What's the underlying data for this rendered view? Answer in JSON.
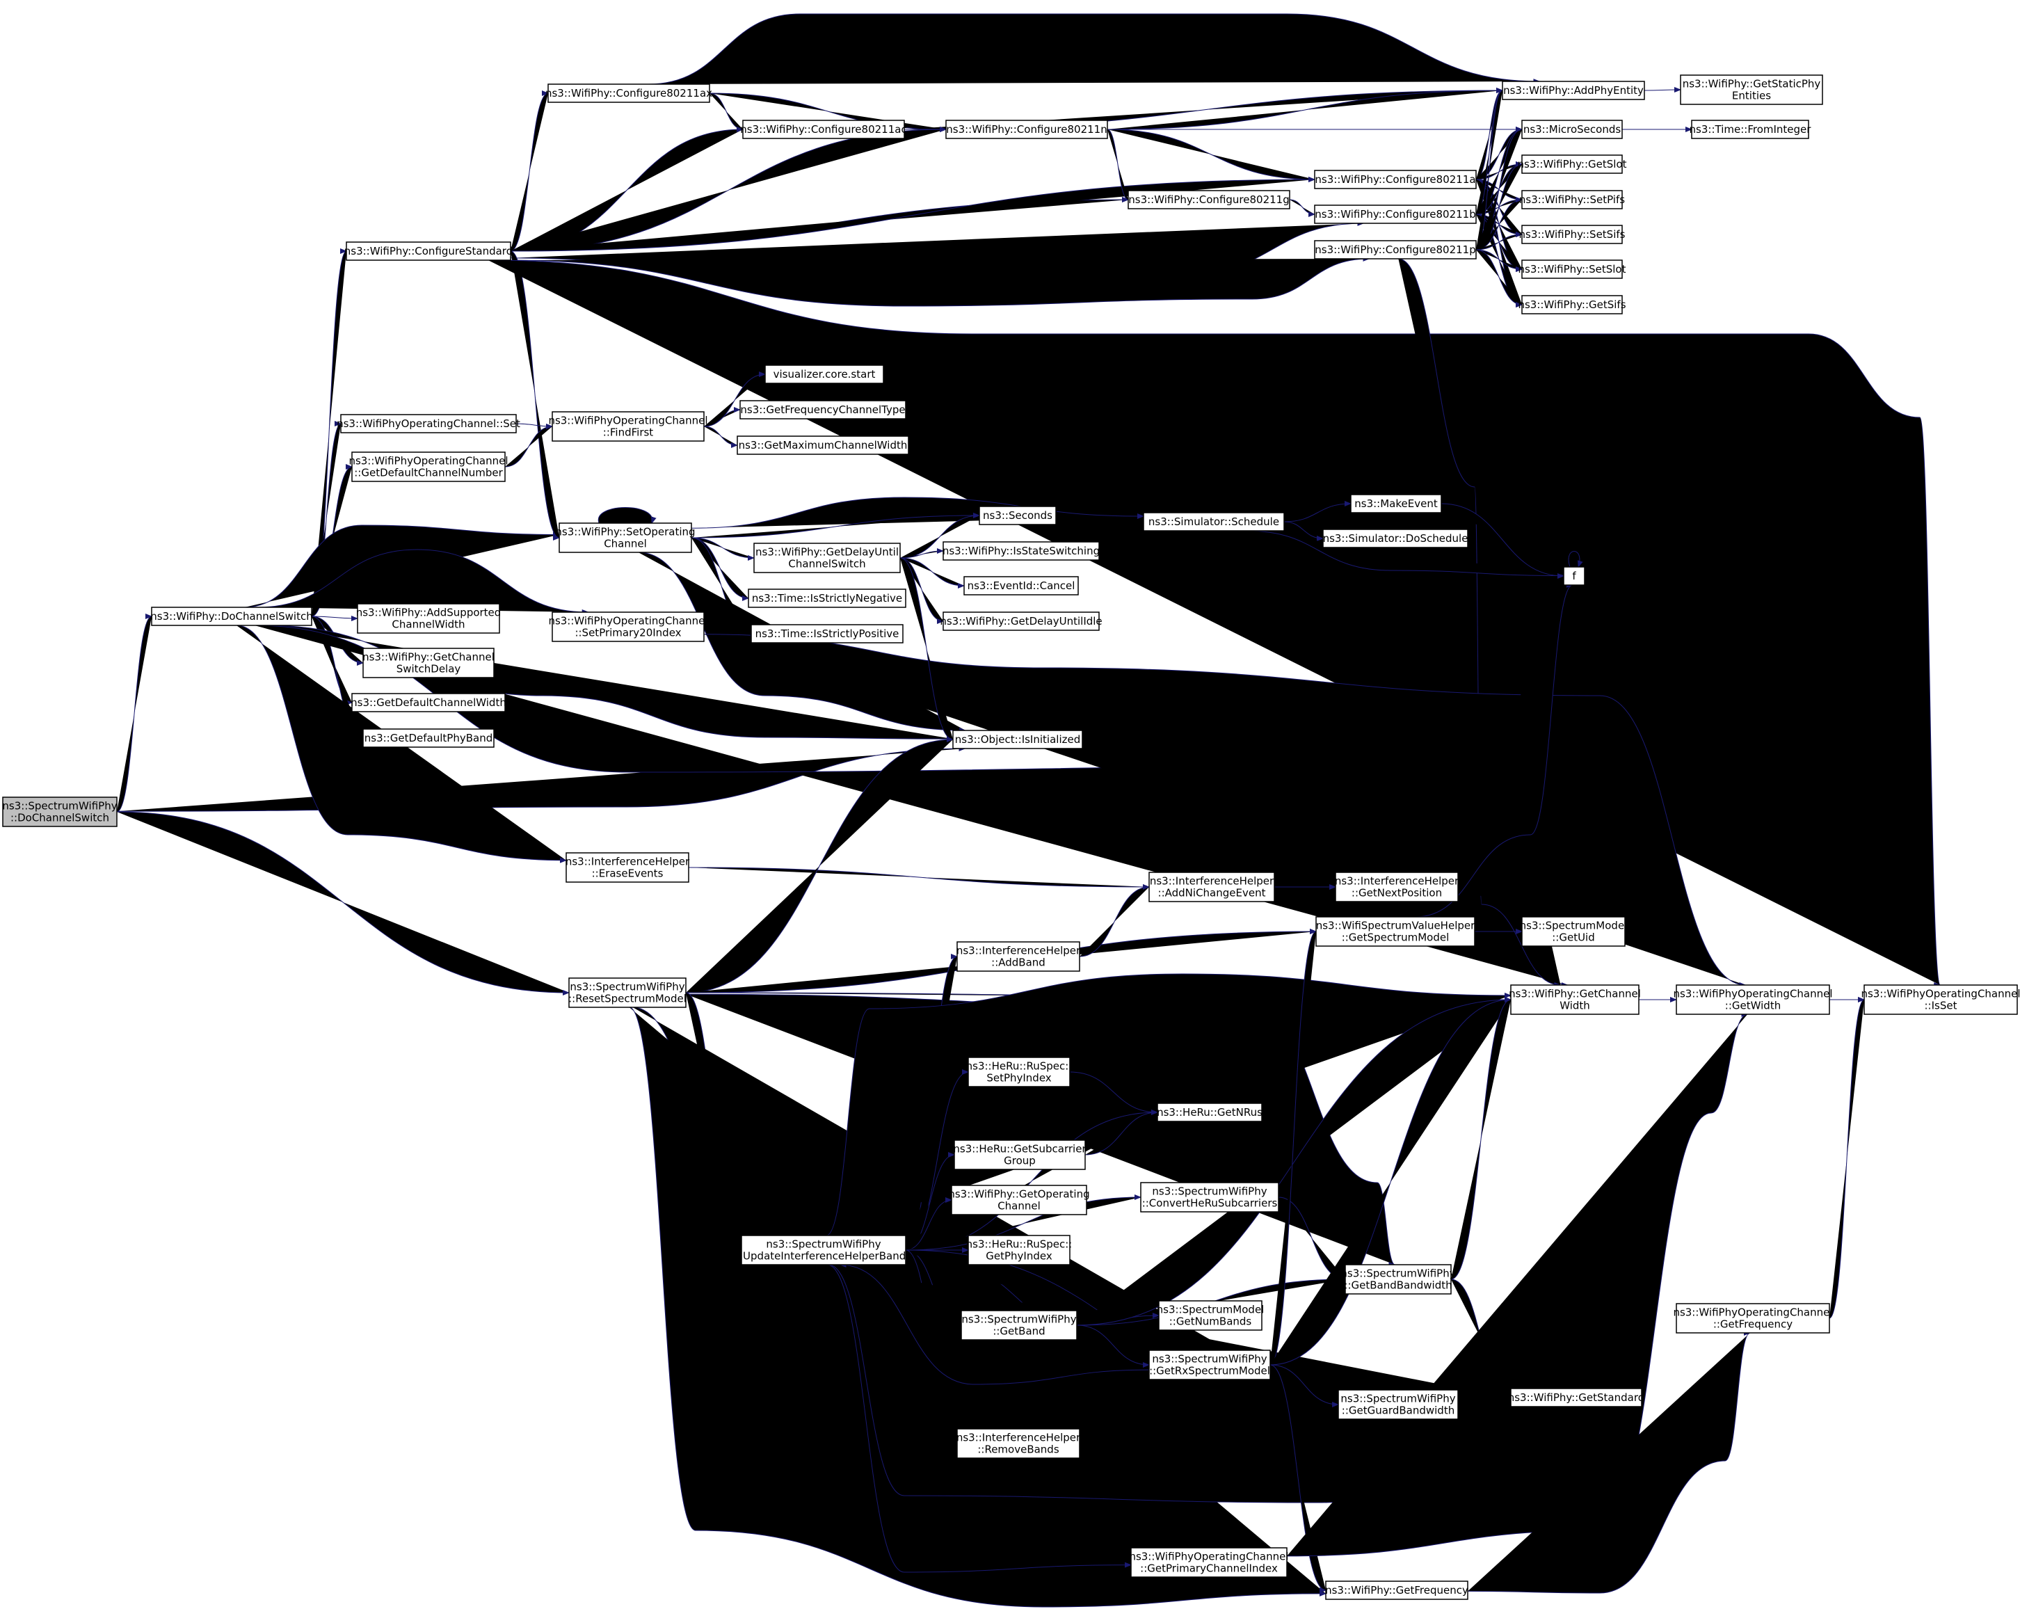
{
  "nodes": [
    {
      "id": "root",
      "lines": [
        "ns3::SpectrumWifiPhy",
        "::DoChannelSwitch"
      ],
      "style": "root"
    },
    {
      "id": "doChannelSwitch",
      "lines": [
        "ns3::WifiPhy::DoChannelSwitch"
      ]
    },
    {
      "id": "resetSpectrumModel",
      "lines": [
        "ns3::SpectrumWifiPhy",
        "::ResetSpectrumModel"
      ]
    },
    {
      "id": "configureStandard",
      "lines": [
        "ns3::WifiPhy::ConfigureStandard"
      ]
    },
    {
      "id": "opChSet",
      "lines": [
        "ns3::WifiPhyOperatingChannel::Set"
      ]
    },
    {
      "id": "opChGetDefaultChNum",
      "lines": [
        "ns3::WifiPhyOperatingChannel",
        "::GetDefaultChannelNumber"
      ]
    },
    {
      "id": "addSupportedChWidth",
      "lines": [
        "ns3::WifiPhy::AddSupported",
        "ChannelWidth"
      ]
    },
    {
      "id": "getChannelSwitchDelay",
      "lines": [
        "ns3::WifiPhy::GetChannel",
        "SwitchDelay"
      ]
    },
    {
      "id": "getDefaultChannelWidth",
      "lines": [
        "ns3::GetDefaultChannelWidth"
      ]
    },
    {
      "id": "getDefaultPhyBand",
      "lines": [
        "ns3::GetDefaultPhyBand"
      ]
    },
    {
      "id": "configure80211ax",
      "lines": [
        "ns3::WifiPhy::Configure80211ax"
      ]
    },
    {
      "id": "configure80211ac",
      "lines": [
        "ns3::WifiPhy::Configure80211ac"
      ]
    },
    {
      "id": "configure80211n",
      "lines": [
        "ns3::WifiPhy::Configure80211n"
      ]
    },
    {
      "id": "configure80211g",
      "lines": [
        "ns3::WifiPhy::Configure80211g"
      ]
    },
    {
      "id": "configure80211a",
      "lines": [
        "ns3::WifiPhy::Configure80211a"
      ]
    },
    {
      "id": "configure80211b",
      "lines": [
        "ns3::WifiPhy::Configure80211b"
      ]
    },
    {
      "id": "configure80211p",
      "lines": [
        "ns3::WifiPhy::Configure80211p"
      ]
    },
    {
      "id": "addPhyEntity",
      "lines": [
        "ns3::WifiPhy::AddPhyEntity"
      ]
    },
    {
      "id": "getStaticPhyEntities",
      "lines": [
        "ns3::WifiPhy::GetStaticPhy",
        "Entities"
      ]
    },
    {
      "id": "microSeconds",
      "lines": [
        "ns3::MicroSeconds"
      ]
    },
    {
      "id": "timeFromInteger",
      "lines": [
        "ns3::Time::FromInteger"
      ],
      "style": "red"
    },
    {
      "id": "getSlot",
      "lines": [
        "ns3::WifiPhy::GetSlot"
      ]
    },
    {
      "id": "setPifs",
      "lines": [
        "ns3::WifiPhy::SetPifs"
      ]
    },
    {
      "id": "setSifs",
      "lines": [
        "ns3::WifiPhy::SetSifs"
      ]
    },
    {
      "id": "setSlot",
      "lines": [
        "ns3::WifiPhy::SetSlot"
      ]
    },
    {
      "id": "getSifs",
      "lines": [
        "ns3::WifiPhy::GetSifs"
      ]
    },
    {
      "id": "opChFindFirst",
      "lines": [
        "ns3::WifiPhyOperatingChannel",
        "::FindFirst"
      ]
    },
    {
      "id": "visualizerCoreStart",
      "lines": [
        "visualizer.core.start"
      ],
      "style": "red"
    },
    {
      "id": "getFrequencyChannelType",
      "lines": [
        "ns3::GetFrequencyChannelType"
      ]
    },
    {
      "id": "getMaximumChannelWidth",
      "lines": [
        "ns3::GetMaximumChannelWidth"
      ]
    },
    {
      "id": "setOperatingChannel",
      "lines": [
        "ns3::WifiPhy::SetOperating",
        "Channel"
      ]
    },
    {
      "id": "opChSetPrimary20",
      "lines": [
        "ns3::WifiPhyOperatingChannel",
        "::SetPrimary20Index"
      ]
    },
    {
      "id": "simulatorSchedule",
      "lines": [
        "ns3::Simulator::Schedule"
      ]
    },
    {
      "id": "makeEvent",
      "lines": [
        "ns3::MakeEvent"
      ]
    },
    {
      "id": "simulatorDoSchedule",
      "lines": [
        "ns3::Simulator::DoSchedule"
      ],
      "style": "red"
    },
    {
      "id": "f",
      "lines": [
        "f"
      ]
    },
    {
      "id": "seconds",
      "lines": [
        "ns3::Seconds"
      ],
      "style": "red"
    },
    {
      "id": "getDelayUntilChSwitch",
      "lines": [
        "ns3::WifiPhy::GetDelayUntil",
        "ChannelSwitch"
      ]
    },
    {
      "id": "isStateSwitching",
      "lines": [
        "ns3::WifiPhy::IsStateSwitching"
      ]
    },
    {
      "id": "eventIdCancel",
      "lines": [
        "ns3::EventId::Cancel"
      ],
      "style": "red"
    },
    {
      "id": "getDelayUntilIdle",
      "lines": [
        "ns3::WifiPhy::GetDelayUntilIdle"
      ]
    },
    {
      "id": "isStrictlyNegative",
      "lines": [
        "ns3::Time::IsStrictlyNegative"
      ]
    },
    {
      "id": "isStrictlyPositive",
      "lines": [
        "ns3::Time::IsStrictlyPositive"
      ]
    },
    {
      "id": "objectIsInitialized",
      "lines": [
        "ns3::Object::IsInitialized"
      ]
    },
    {
      "id": "interfEraseEvents",
      "lines": [
        "ns3::InterferenceHelper",
        "::EraseEvents"
      ]
    },
    {
      "id": "interfAddNiChangeEvent",
      "lines": [
        "ns3::InterferenceHelper",
        "::AddNiChangeEvent"
      ]
    },
    {
      "id": "interfGetNextPosition",
      "lines": [
        "ns3::InterferenceHelper",
        "::GetNextPosition"
      ]
    },
    {
      "id": "wsvhGetSpectrumModel",
      "lines": [
        "ns3::WifiSpectrumValueHelper",
        "::GetSpectrumModel"
      ]
    },
    {
      "id": "spectrumModelGetUid",
      "lines": [
        "ns3::SpectrumModel",
        "::GetUid"
      ]
    },
    {
      "id": "interfAddBand",
      "lines": [
        "ns3::InterferenceHelper",
        "::AddBand"
      ]
    },
    {
      "id": "getChannelWidth",
      "lines": [
        "ns3::WifiPhy::GetChannel",
        "Width"
      ]
    },
    {
      "id": "opChGetWidth",
      "lines": [
        "ns3::WifiPhyOperatingChannel",
        "::GetWidth"
      ]
    },
    {
      "id": "opChIsSet",
      "lines": [
        "ns3::WifiPhyOperatingChannel",
        "::IsSet"
      ]
    },
    {
      "id": "heRuSetPhyIndex",
      "lines": [
        "ns3::HeRu::RuSpec::",
        "SetPhyIndex"
      ]
    },
    {
      "id": "heRuGetNRus",
      "lines": [
        "ns3::HeRu::GetNRus"
      ]
    },
    {
      "id": "heRuGetSubcarrierGroup",
      "lines": [
        "ns3::HeRu::GetSubcarrier",
        "Group"
      ]
    },
    {
      "id": "getOperatingChannel",
      "lines": [
        "ns3::WifiPhy::GetOperating",
        "Channel"
      ]
    },
    {
      "id": "updateInterfHelperBands",
      "lines": [
        "ns3::SpectrumWifiPhy",
        "::UpdateInterferenceHelperBands"
      ]
    },
    {
      "id": "heRuGetPhyIndex",
      "lines": [
        "ns3::HeRu::RuSpec::",
        "GetPhyIndex"
      ]
    },
    {
      "id": "convertHeRuSubcarriers",
      "lines": [
        "ns3::SpectrumWifiPhy",
        "::ConvertHeRuSubcarriers"
      ]
    },
    {
      "id": "getBandBandwidth",
      "lines": [
        "ns3::SpectrumWifiPhy",
        "::GetBandBandwidth"
      ]
    },
    {
      "id": "getBand",
      "lines": [
        "ns3::SpectrumWifiPhy",
        "::GetBand"
      ]
    },
    {
      "id": "spectrumModelGetNumBands",
      "lines": [
        "ns3::SpectrumModel",
        "::GetNumBands"
      ]
    },
    {
      "id": "getRxSpectrumModel",
      "lines": [
        "ns3::SpectrumWifiPhy",
        "::GetRxSpectrumModel"
      ]
    },
    {
      "id": "opChGetFrequency",
      "lines": [
        "ns3::WifiPhyOperatingChannel",
        "::GetFrequency"
      ]
    },
    {
      "id": "getStandard",
      "lines": [
        "ns3::WifiPhy::GetStandard"
      ]
    },
    {
      "id": "getGuardBandwidth",
      "lines": [
        "ns3::SpectrumWifiPhy",
        "::GetGuardBandwidth"
      ]
    },
    {
      "id": "interfRemoveBands",
      "lines": [
        "ns3::InterferenceHelper",
        "::RemoveBands"
      ]
    },
    {
      "id": "opChGetPrimaryChIndex",
      "lines": [
        "ns3::WifiPhyOperatingChannel",
        "::GetPrimaryChannelIndex"
      ]
    },
    {
      "id": "wifiPhyGetFrequency",
      "lines": [
        "ns3::WifiPhy::GetFrequency"
      ]
    }
  ],
  "edges": [
    [
      "root",
      "doChannelSwitch"
    ],
    [
      "root",
      "resetSpectrumModel"
    ],
    [
      "root",
      "objectIsInitialized"
    ],
    [
      "doChannelSwitch",
      "configureStandard"
    ],
    [
      "doChannelSwitch",
      "opChSet"
    ],
    [
      "doChannelSwitch",
      "opChGetDefaultChNum"
    ],
    [
      "doChannelSwitch",
      "setOperatingChannel"
    ],
    [
      "doChannelSwitch",
      "opChSetPrimary20"
    ],
    [
      "doChannelSwitch",
      "addSupportedChWidth"
    ],
    [
      "doChannelSwitch",
      "getChannelSwitchDelay"
    ],
    [
      "doChannelSwitch",
      "getDefaultChannelWidth"
    ],
    [
      "doChannelSwitch",
      "getDefaultPhyBand"
    ],
    [
      "doChannelSwitch",
      "objectIsInitialized"
    ],
    [
      "doChannelSwitch",
      "getChannelWidth"
    ],
    [
      "doChannelSwitch",
      "interfEraseEvents"
    ],
    [
      "configureStandard",
      "configure80211ax"
    ],
    [
      "configureStandard",
      "configure80211ac"
    ],
    [
      "configureStandard",
      "configure80211n"
    ],
    [
      "configureStandard",
      "configure80211g"
    ],
    [
      "configureStandard",
      "configure80211a"
    ],
    [
      "configureStandard",
      "configure80211b"
    ],
    [
      "configureStandard",
      "configure80211p"
    ],
    [
      "configureStandard",
      "setOperatingChannel"
    ],
    [
      "configureStandard",
      "opChIsSet"
    ],
    [
      "configure80211ax",
      "addPhyEntity"
    ],
    [
      "configure80211ax",
      "configure80211ac"
    ],
    [
      "configure80211ax",
      "configure80211n"
    ],
    [
      "configure80211ac",
      "addPhyEntity"
    ],
    [
      "configure80211ac",
      "configure80211n"
    ],
    [
      "configure80211n",
      "addPhyEntity"
    ],
    [
      "configure80211n",
      "microSeconds"
    ],
    [
      "configure80211n",
      "configure80211g"
    ],
    [
      "configure80211n",
      "configure80211a"
    ],
    [
      "configure80211g",
      "configure80211b"
    ],
    [
      "configure80211a",
      "addPhyEntity"
    ],
    [
      "configure80211a",
      "microSeconds"
    ],
    [
      "configure80211a",
      "getSlot"
    ],
    [
      "configure80211a",
      "setPifs"
    ],
    [
      "configure80211a",
      "setSifs"
    ],
    [
      "configure80211a",
      "setSlot"
    ],
    [
      "configure80211a",
      "getSifs"
    ],
    [
      "configure80211b",
      "addPhyEntity"
    ],
    [
      "configure80211b",
      "microSeconds"
    ],
    [
      "configure80211b",
      "getSlot"
    ],
    [
      "configure80211b",
      "setPifs"
    ],
    [
      "configure80211b",
      "setSifs"
    ],
    [
      "configure80211b",
      "setSlot"
    ],
    [
      "configure80211b",
      "getSifs"
    ],
    [
      "configure80211p",
      "addPhyEntity"
    ],
    [
      "configure80211p",
      "microSeconds"
    ],
    [
      "configure80211p",
      "getSlot"
    ],
    [
      "configure80211p",
      "setPifs"
    ],
    [
      "configure80211p",
      "setSifs"
    ],
    [
      "configure80211p",
      "setSlot"
    ],
    [
      "configure80211p",
      "getSifs"
    ],
    [
      "configure80211p",
      "getChannelWidth"
    ],
    [
      "addPhyEntity",
      "getStaticPhyEntities"
    ],
    [
      "microSeconds",
      "timeFromInteger"
    ],
    [
      "opChSet",
      "opChFindFirst"
    ],
    [
      "opChGetDefaultChNum",
      "opChFindFirst"
    ],
    [
      "opChFindFirst",
      "visualizerCoreStart"
    ],
    [
      "opChFindFirst",
      "getFrequencyChannelType"
    ],
    [
      "opChFindFirst",
      "getMaximumChannelWidth"
    ],
    [
      "setOperatingChannel",
      "setOperatingChannel"
    ],
    [
      "setOperatingChannel",
      "simulatorSchedule"
    ],
    [
      "setOperatingChannel",
      "seconds"
    ],
    [
      "setOperatingChannel",
      "getDelayUntilChSwitch"
    ],
    [
      "setOperatingChannel",
      "isStrictlyNegative"
    ],
    [
      "setOperatingChannel",
      "isStrictlyPositive"
    ],
    [
      "setOperatingChannel",
      "objectIsInitialized"
    ],
    [
      "opChSetPrimary20",
      "opChGetWidth"
    ],
    [
      "simulatorSchedule",
      "makeEvent"
    ],
    [
      "simulatorSchedule",
      "simulatorDoSchedule"
    ],
    [
      "simulatorSchedule",
      "f"
    ],
    [
      "makeEvent",
      "f"
    ],
    [
      "f",
      "f"
    ],
    [
      "getDelayUntilChSwitch",
      "seconds"
    ],
    [
      "getDelayUntilChSwitch",
      "isStateSwitching"
    ],
    [
      "getDelayUntilChSwitch",
      "eventIdCancel"
    ],
    [
      "getDelayUntilChSwitch",
      "getDelayUntilIdle"
    ],
    [
      "getDelayUntilChSwitch",
      "objectIsInitialized"
    ],
    [
      "interfEraseEvents",
      "interfAddNiChangeEvent"
    ],
    [
      "interfAddNiChangeEvent",
      "interfGetNextPosition"
    ],
    [
      "resetSpectrumModel",
      "objectIsInitialized"
    ],
    [
      "resetSpectrumModel",
      "getChannelWidth"
    ],
    [
      "resetSpectrumModel",
      "wsvhGetSpectrumModel"
    ],
    [
      "resetSpectrumModel",
      "getBandBandwidth"
    ],
    [
      "resetSpectrumModel",
      "updateInterfHelperBands"
    ],
    [
      "resetSpectrumModel",
      "getGuardBandwidth"
    ],
    [
      "resetSpectrumModel",
      "wifiPhyGetFrequency"
    ],
    [
      "wsvhGetSpectrumModel",
      "spectrumModelGetUid"
    ],
    [
      "wsvhGetSpectrumModel",
      "f"
    ],
    [
      "interfAddBand",
      "interfAddNiChangeEvent"
    ],
    [
      "getChannelWidth",
      "opChGetWidth"
    ],
    [
      "opChGetWidth",
      "opChIsSet"
    ],
    [
      "opChGetFrequency",
      "opChIsSet"
    ],
    [
      "updateInterfHelperBands",
      "interfAddBand"
    ],
    [
      "updateInterfHelperBands",
      "getChannelWidth"
    ],
    [
      "updateInterfHelperBands",
      "heRuSetPhyIndex"
    ],
    [
      "updateInterfHelperBands",
      "heRuGetNRus"
    ],
    [
      "updateInterfHelperBands",
      "heRuGetSubcarrierGroup"
    ],
    [
      "updateInterfHelperBands",
      "getOperatingChannel"
    ],
    [
      "updateInterfHelperBands",
      "heRuGetPhyIndex"
    ],
    [
      "updateInterfHelperBands",
      "convertHeRuSubcarriers"
    ],
    [
      "updateInterfHelperBands",
      "getBand"
    ],
    [
      "updateInterfHelperBands",
      "getRxSpectrumModel"
    ],
    [
      "updateInterfHelperBands",
      "getGuardBandwidth"
    ],
    [
      "updateInterfHelperBands",
      "interfRemoveBands"
    ],
    [
      "updateInterfHelperBands",
      "opChGetPrimaryChIndex"
    ],
    [
      "updateInterfHelperBands",
      "getStandard"
    ],
    [
      "heRuSetPhyIndex",
      "heRuGetNRus"
    ],
    [
      "heRuGetSubcarrierGroup",
      "heRuGetNRus"
    ],
    [
      "convertHeRuSubcarriers",
      "getBandBandwidth"
    ],
    [
      "getBand",
      "getBandBandwidth"
    ],
    [
      "getBand",
      "spectrumModelGetNumBands"
    ],
    [
      "getBand",
      "getRxSpectrumModel"
    ],
    [
      "getBand",
      "getChannelWidth"
    ],
    [
      "getRxSpectrumModel",
      "updateInterfHelperBands"
    ],
    [
      "getRxSpectrumModel",
      "getBandBandwidth"
    ],
    [
      "getRxSpectrumModel",
      "getGuardBandwidth"
    ],
    [
      "getRxSpectrumModel",
      "wsvhGetSpectrumModel"
    ],
    [
      "getRxSpectrumModel",
      "getChannelWidth"
    ],
    [
      "getRxSpectrumModel",
      "wifiPhyGetFrequency"
    ],
    [
      "getBandBandwidth",
      "getChannelWidth"
    ],
    [
      "getBandBandwidth",
      "getStandard"
    ],
    [
      "opChGetPrimaryChIndex",
      "opChGetWidth"
    ],
    [
      "wifiPhyGetFrequency",
      "opChGetFrequency"
    ]
  ],
  "colors": {
    "edge": "#191970",
    "node_fill": "#ffffff",
    "root_fill": "#bfbfbf",
    "node_border": "#000000",
    "red_border": "#ff0000"
  }
}
